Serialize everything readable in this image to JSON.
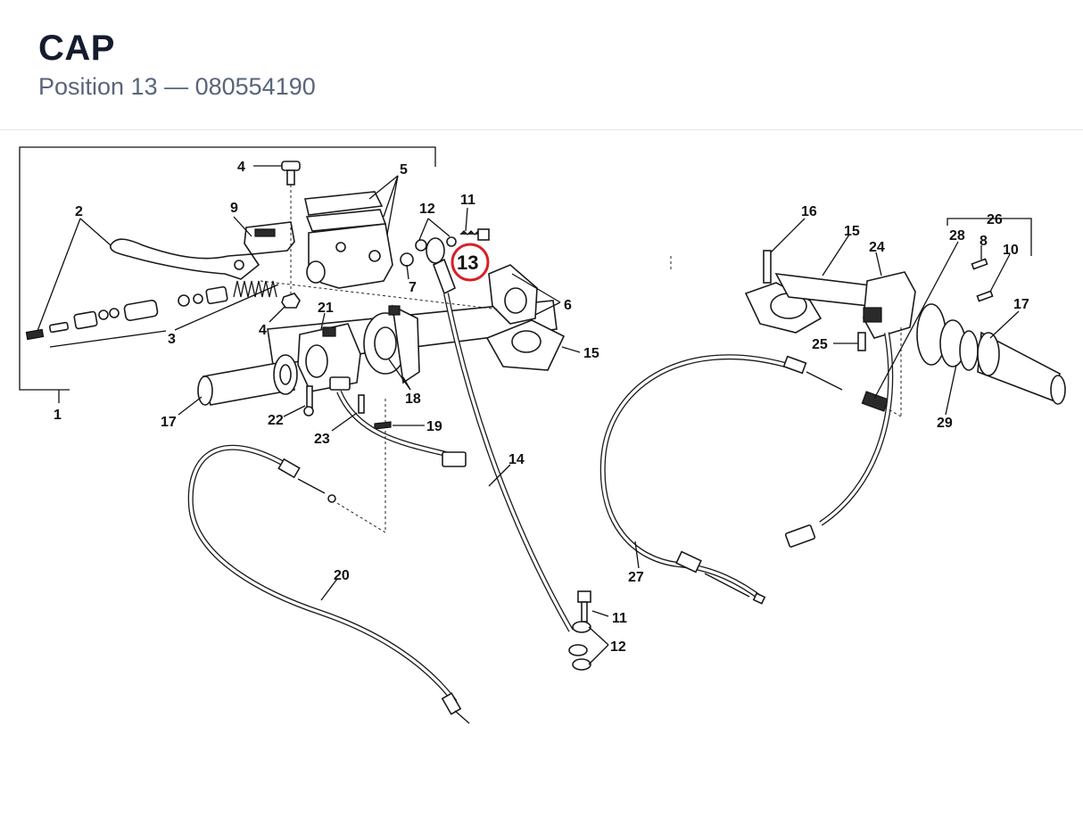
{
  "header": {
    "title": "CAP",
    "subtitle": "Position 13 — 080554190"
  },
  "diagram": {
    "highlight_color": "#d6202a",
    "highlighted_callout": "13",
    "callouts": {
      "c1": "1",
      "c2": "2",
      "c3": "3",
      "c4a": "4",
      "c4b": "4",
      "c5": "5",
      "c6": "6",
      "c7": "7",
      "c8": "8",
      "c9": "9",
      "c10": "10",
      "c11a": "11",
      "c11b": "11",
      "c12a": "12",
      "c12b": "12",
      "c13": "13",
      "c14": "14",
      "c15a": "15",
      "c15b": "15",
      "c16": "16",
      "c17a": "17",
      "c17b": "17",
      "c18": "18",
      "c19": "19",
      "c20": "20",
      "c21": "21",
      "c22": "22",
      "c23": "23",
      "c24": "24",
      "c25": "25",
      "c26": "26",
      "c27": "27",
      "c28": "28",
      "c29": "29"
    }
  }
}
